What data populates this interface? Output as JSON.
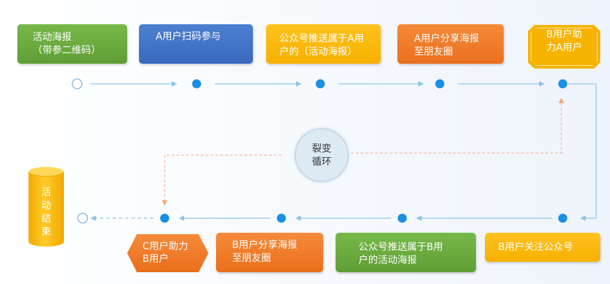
{
  "top_row": [
    {
      "lines": [
        "活动海报",
        "（带参二维码）"
      ]
    },
    {
      "lines": [
        "A用户扫码参与"
      ]
    },
    {
      "lines": [
        "公众号推送属于A用",
        "户的（活动海报）"
      ]
    },
    {
      "lines": [
        "A用户分享海报",
        "至朋友圈"
      ]
    },
    {
      "lines": [
        "B用户助",
        "力A用户"
      ]
    }
  ],
  "bottom_row": [
    {
      "lines": [
        "C用户助力",
        "B用户"
      ]
    },
    {
      "lines": [
        "B用户分享海报",
        "至朋友圈"
      ]
    },
    {
      "lines": [
        "公众号推送属于B用",
        "户的活动海报"
      ]
    },
    {
      "lines": [
        "B用户关注公众号"
      ]
    }
  ],
  "center": {
    "lines": [
      "裂变",
      "循环"
    ]
  },
  "end": {
    "chars": [
      "活",
      "动",
      "结",
      "束"
    ]
  },
  "colors": {
    "green": "#6aaa3f",
    "blue": "#4574c6",
    "yellow": "#f9b80b",
    "orange": "#ef7b2a",
    "node": "#1a8fe3",
    "arrow": "#8fc4e8",
    "dashed": "#f4b89a",
    "circle_fill": "#dde9f3"
  }
}
